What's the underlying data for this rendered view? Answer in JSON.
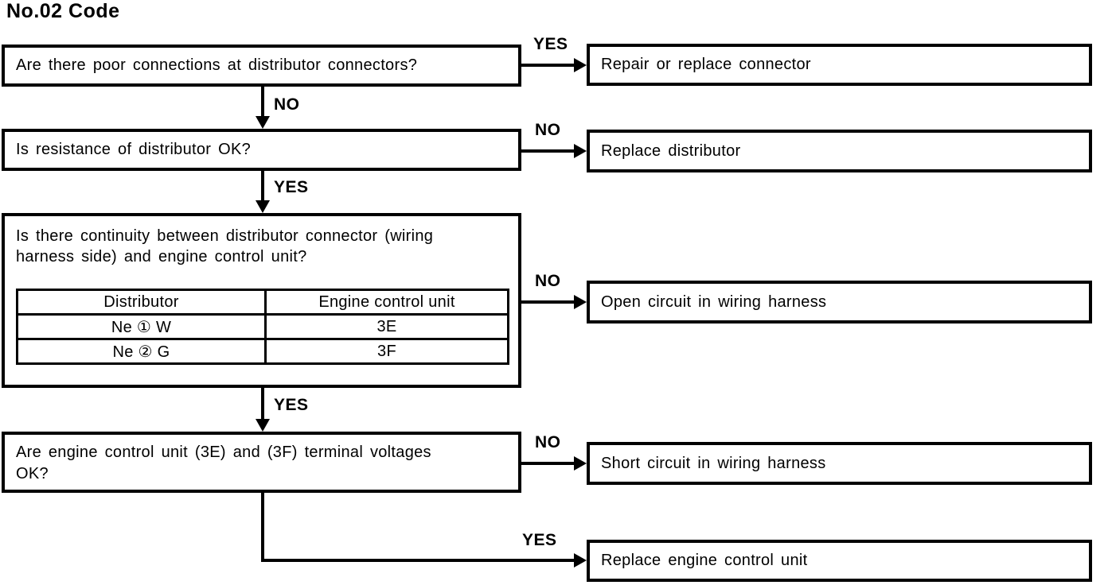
{
  "page": {
    "title": "No.02 Code"
  },
  "flow": {
    "q1": {
      "text": "Are there poor connections at distributor connectors?",
      "branch": "YES",
      "next": "NO"
    },
    "r1": {
      "text": "Repair or replace connector"
    },
    "q2": {
      "text": "Is resistance of distributor OK?",
      "branch": "NO",
      "next": "YES"
    },
    "r2": {
      "text": "Replace distributor"
    },
    "q3": {
      "text": "Is there continuity between distributor connector (wiring\nharness side) and engine control unit?",
      "branch": "NO",
      "next": "YES",
      "table": {
        "headers": [
          "Distributor",
          "Engine control unit"
        ],
        "rows": [
          [
            "Ne ① W",
            "3E"
          ],
          [
            "Ne ② G",
            "3F"
          ]
        ]
      }
    },
    "r3": {
      "text": "Open circuit in wiring harness"
    },
    "q4": {
      "text": "Are engine control unit (3E) and (3F) terminal voltages\nOK?",
      "branch": "NO",
      "final_branch": "YES"
    },
    "r4": {
      "text": "Short circuit in wiring harness"
    },
    "r5": {
      "text": "Replace engine control unit"
    }
  },
  "colors": {
    "ink": "#000000",
    "paper": "#ffffff"
  }
}
